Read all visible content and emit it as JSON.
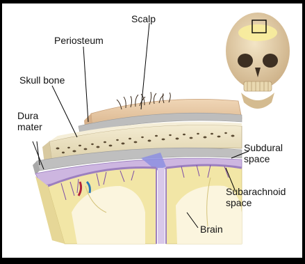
{
  "labels": {
    "scalp": "Scalp",
    "periosteum": "Periosteum",
    "skull_bone": "Skull bone",
    "dura_mater_line1": "Dura",
    "dura_mater_line2": "mater",
    "subdural_line1": "Subdural",
    "subdural_line2": "space",
    "subarachnoid_line1": "Subarachnoid",
    "subarachnoid_line2": "space",
    "brain": "Brain"
  },
  "colors": {
    "background": "#000000",
    "panel": "#ffffff",
    "scalp": "#e7c8a4",
    "periosteum": "#b5b5b5",
    "bone": "#eadfbf",
    "bone_pores": "#5a4a32",
    "dura": "#c9b6d9",
    "arachnoid": "#a987c8",
    "subdural_space": "#8c8fe0",
    "brain_gray": "#f2e6a6",
    "brain_white": "#fbf5de",
    "vessel_red": "#b0243c",
    "vessel_blue": "#2a78b8"
  },
  "icons": {
    "skull_thumbnail": "skull-icon"
  }
}
